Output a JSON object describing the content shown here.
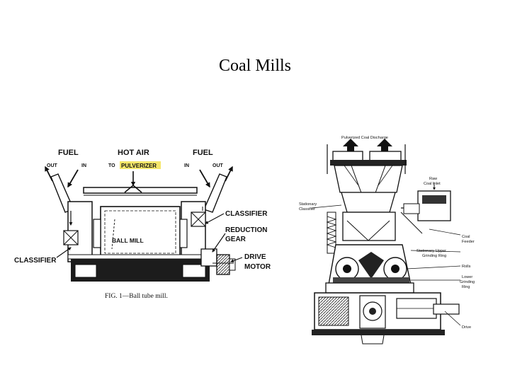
{
  "slide": {
    "title": "Coal Mills"
  },
  "ball_mill_figure": {
    "labels": {
      "fuel_left": "FUEL",
      "out_left": "OUT",
      "in_left": "IN",
      "hot_air": "HOT AIR",
      "to": "TO",
      "pulverizer": "PULVERIZER",
      "fuel_right": "FUEL",
      "in_right": "IN",
      "out_right": "OUT",
      "classifier_right": "CLASSIFIER",
      "reduction": "REDUCTION",
      "gear": "GEAR",
      "drive": "DRIVE",
      "motor": "MOTOR",
      "classifier_left": "CLASSIFIER",
      "ball_mill": "BALL MILL"
    },
    "caption": "FIG. 1—Ball tube mill.",
    "highlight_color": "#f5e66a"
  },
  "vertical_mill_figure": {
    "labels": {
      "discharge": "Pulverized Coal Discharge",
      "raw": "Raw",
      "coal_inlet": "Coal Inlet",
      "stationary": "Stationary",
      "classifier": "Classifier",
      "coal": "Coal",
      "feeder": "Feeder",
      "upper_ring_1": "Stationary Upper",
      "upper_ring_2": "Grinding Ring",
      "rolls": "Rolls",
      "lower": "Lower",
      "grinding": "Grinding",
      "ring": "Ring",
      "drive": "Drive"
    }
  }
}
